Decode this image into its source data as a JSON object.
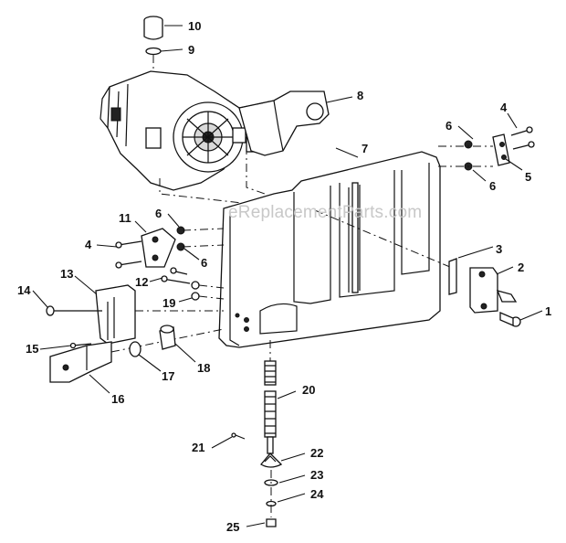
{
  "watermark": "eReplacementParts.com",
  "callouts": [
    {
      "id": "10",
      "label": "10"
    },
    {
      "id": "9",
      "label": "9"
    },
    {
      "id": "8",
      "label": "8"
    },
    {
      "id": "7",
      "label": "7"
    },
    {
      "id": "6a",
      "label": "6"
    },
    {
      "id": "4a",
      "label": "4"
    },
    {
      "id": "5",
      "label": "5"
    },
    {
      "id": "6b",
      "label": "6"
    },
    {
      "id": "11",
      "label": "11"
    },
    {
      "id": "6c",
      "label": "6"
    },
    {
      "id": "4b",
      "label": "4"
    },
    {
      "id": "6d",
      "label": "6"
    },
    {
      "id": "3",
      "label": "3"
    },
    {
      "id": "2",
      "label": "2"
    },
    {
      "id": "1",
      "label": "1"
    },
    {
      "id": "13",
      "label": "13"
    },
    {
      "id": "14",
      "label": "14"
    },
    {
      "id": "12",
      "label": "12"
    },
    {
      "id": "19",
      "label": "19"
    },
    {
      "id": "15",
      "label": "15"
    },
    {
      "id": "17",
      "label": "17"
    },
    {
      "id": "18",
      "label": "18"
    },
    {
      "id": "16",
      "label": "16"
    },
    {
      "id": "20",
      "label": "20"
    },
    {
      "id": "21",
      "label": "21"
    },
    {
      "id": "22",
      "label": "22"
    },
    {
      "id": "23",
      "label": "23"
    },
    {
      "id": "24",
      "label": "24"
    },
    {
      "id": "25",
      "label": "25"
    }
  ]
}
